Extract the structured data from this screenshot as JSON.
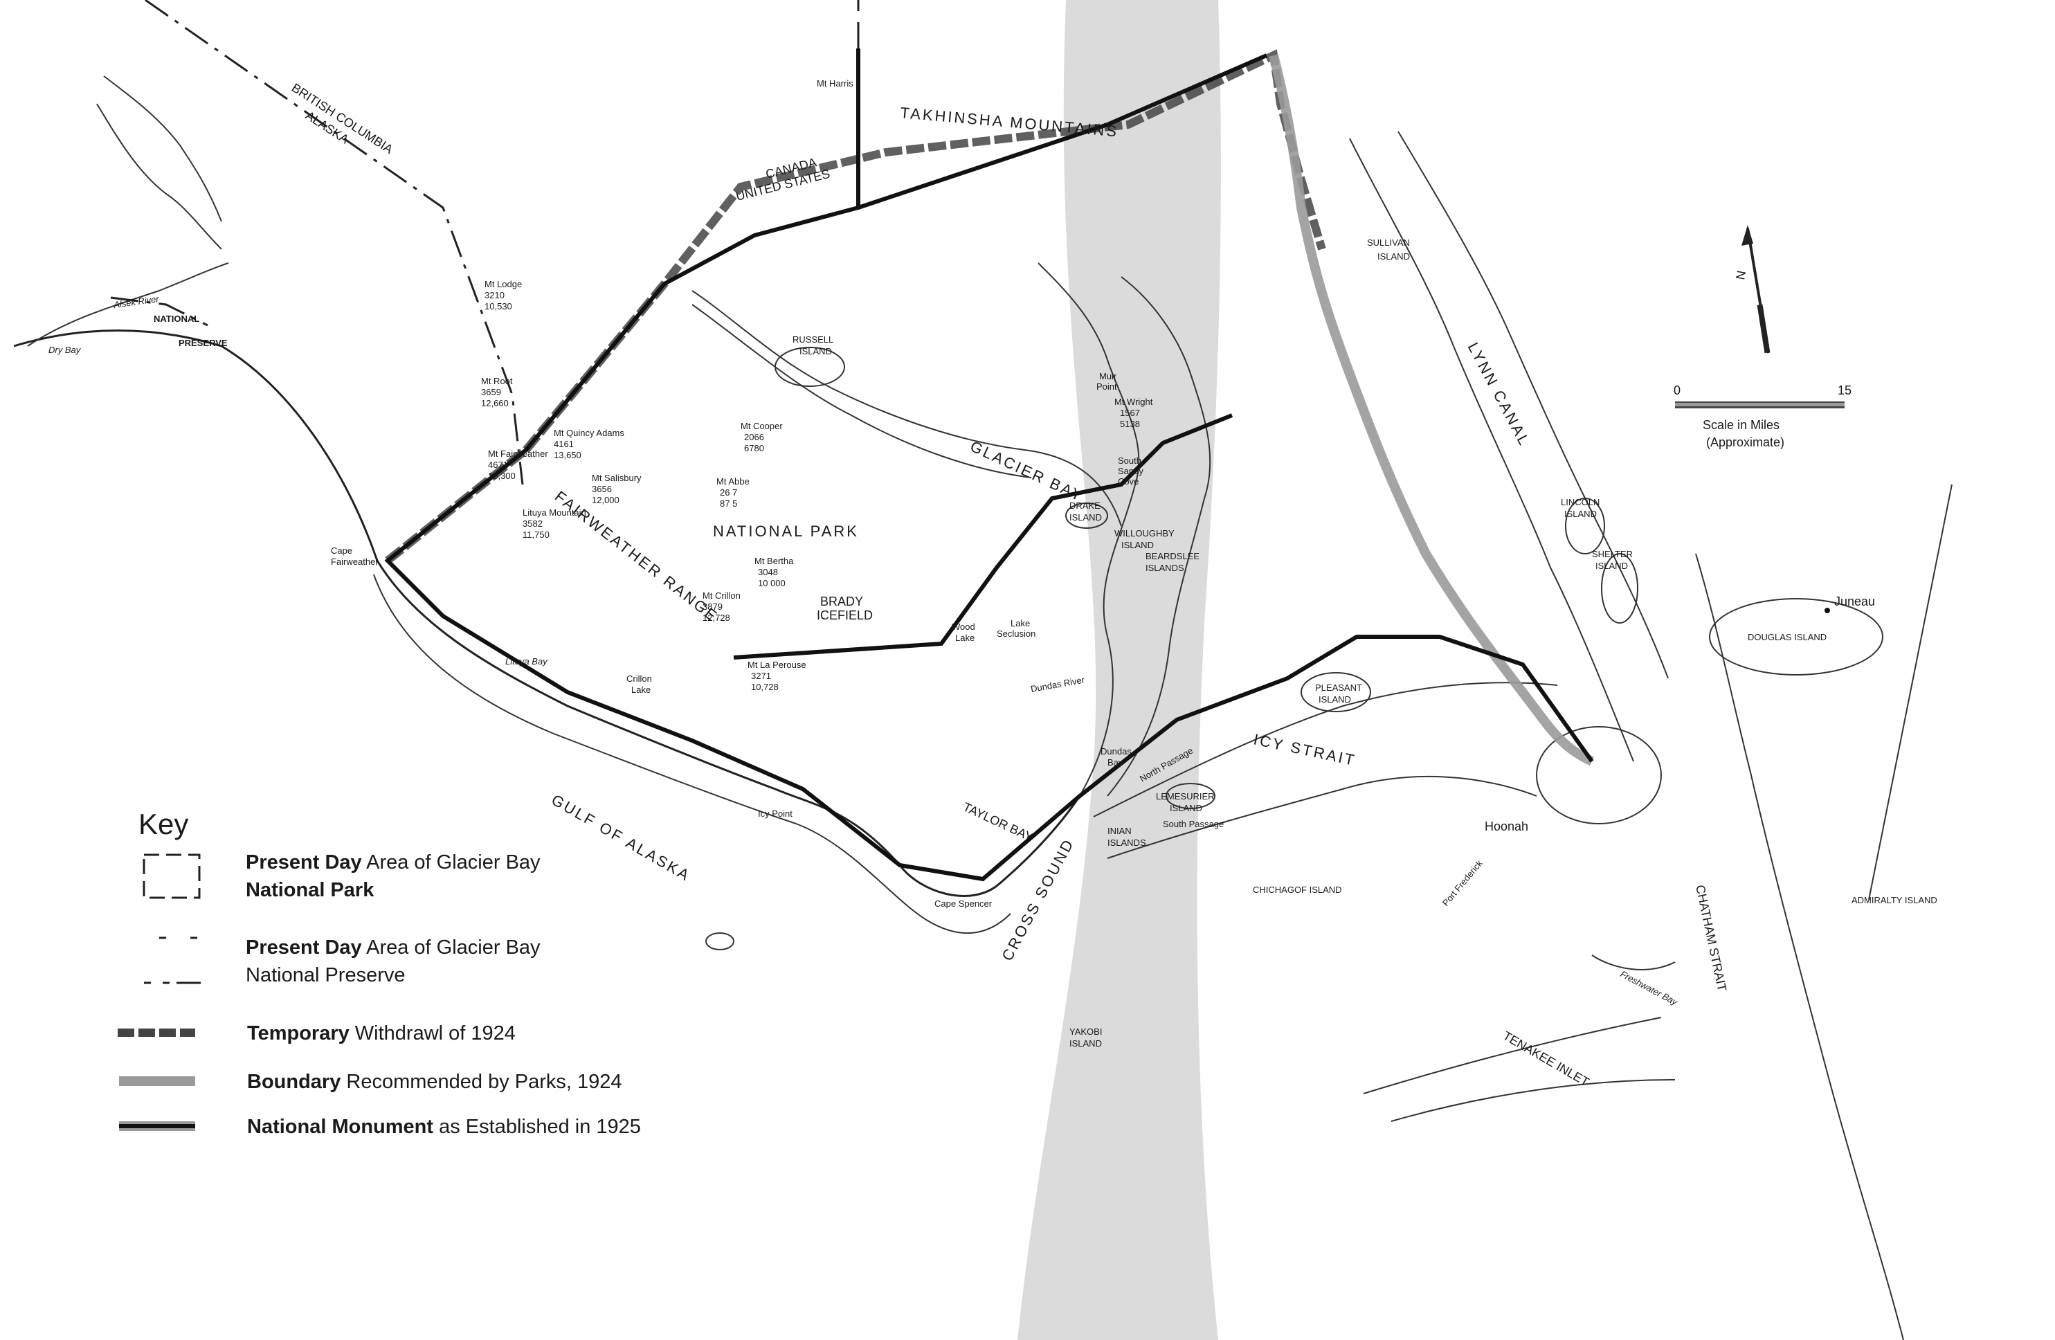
{
  "map": {
    "regions": {
      "british_columbia": "BRITISH COLUMBIA",
      "alaska": "ALASKA",
      "canada": "CANADA",
      "united_states": "UNITED STATES",
      "takhinsha": "TAKHINSHA MOUNTAINS",
      "glacier_bay": "GLACIER BAY",
      "national_park": "NATIONAL PARK",
      "fairweather": "FAIRWEATHER RANGE",
      "brady": "BRADY",
      "icefield": "ICEFIELD",
      "national": "NATIONAL",
      "preserve": "PRESERVE",
      "gulf": "GULF OF ALASKA",
      "icy_strait": "ICY STRAIT",
      "cross_sound": "CROSS SOUND",
      "lynn_canal": "LYNN CANAL",
      "chatham": "CHATHAM STRAIT",
      "tenakee": "TENAKEE INLET"
    },
    "islands": {
      "sullivan1": "SULLIVAN",
      "sullivan2": "ISLAND",
      "russell1": "RUSSELL",
      "russell2": "ISLAND",
      "drake1": "DRAKE",
      "drake2": "ISLAND",
      "willoughby1": "WILLOUGHBY",
      "willoughby2": "ISLAND",
      "beardslee1": "BEARDSLEE",
      "beardslee2": "ISLANDS",
      "lincoln1": "LINCOLN",
      "lincoln2": "ISLAND",
      "shelter1": "SHELTER",
      "shelter2": "ISLAND",
      "douglas": "DOUGLAS ISLAND",
      "pleasant1": "PLEASANT",
      "pleasant2": "ISLAND",
      "lemesurier1": "LEMESURIER",
      "lemesurier2": "ISLAND",
      "inian1": "INIAN",
      "inian2": "ISLANDS",
      "chichagof": "CHICHAGOF ISLAND",
      "yakobi1": "YAKOBI",
      "yakobi2": "ISLAND",
      "admiralty": "ADMIRALTY ISLAND"
    },
    "places": {
      "juneau": "Juneau",
      "hoonah": "Hoonah",
      "dry_bay": "Dry Bay",
      "alsek_river": "Alsek River",
      "cape_fairweather1": "Cape",
      "cape_fairweather2": "Fairweather",
      "lituya_bay": "Lituya Bay",
      "crillon_lake1": "Crillon",
      "crillon_lake2": "Lake",
      "icy_point": "Icy Point",
      "cape_spencer": "Cape Spencer",
      "taylor_bay": "TAYLOR BAY",
      "dundas_bay1": "Dundas",
      "dundas_bay2": "Bay",
      "dundas_river": "Dundas River",
      "wood_lake1": "Wood",
      "wood_lake2": "Lake",
      "lake_seclusion1": "Lake",
      "lake_seclusion2": "Seclusion",
      "south_sandy_cove1": "South",
      "south_sandy_cove2": "Sandy",
      "south_sandy_cove3": "Cove",
      "north_passage": "North Passage",
      "south_passage": "South Passage",
      "freshwater_bay": "Freshwater Bay",
      "port_frederick": "Port Frederick",
      "muir_point1": "Muir",
      "muir_point2": "Point",
      "mt_harris": "Mt Harris"
    },
    "peaks": {
      "lodge": [
        "Mt Lodge",
        "3210",
        "10,530"
      ],
      "root": [
        "Mt Root",
        "3659",
        "12,660"
      ],
      "quincy": [
        "Mt Quincy Adams",
        "4161",
        "13,650"
      ],
      "fairweather": [
        "Mt Fairweather",
        "4671",
        "15,300"
      ],
      "salisbury": [
        "Mt Salisbury",
        "3656",
        "12,000"
      ],
      "lituya": [
        "Lituya Mountain",
        "3582",
        "11,750"
      ],
      "cooper": [
        "Mt Cooper",
        "2066",
        "6780"
      ],
      "abbe": [
        "Mt Abbe",
        "26 7",
        "87 5"
      ],
      "bertha": [
        "Mt Bertha",
        "3048",
        "10 000"
      ],
      "crillon": [
        "Mt Crillon",
        "3879",
        "12,728"
      ],
      "la_perouse": [
        "Mt La Perouse",
        "3271",
        "10,728"
      ],
      "wright": [
        "Mt Wright",
        "1567",
        "5138"
      ]
    },
    "scale": {
      "zero": "0",
      "fifteen": "15",
      "label1": "Scale in Miles",
      "label2": "(Approximate)",
      "north": "N"
    }
  },
  "key": {
    "title": "Key",
    "items": [
      {
        "bold": "Present Day",
        "rest": " Area of Glacier Bay",
        "line2": "National Park"
      },
      {
        "bold": "Present Day",
        "rest": " Area of Glacier Bay",
        "line2": "National Preserve"
      },
      {
        "bold": "Temporary",
        "rest": " Withdrawl of 1924",
        "line2": ""
      },
      {
        "bold": "Boundary",
        "rest": " Recommended by Parks, 1924",
        "line2": ""
      },
      {
        "bold": "National Monument",
        "rest": " as Established in 1925",
        "line2": ""
      }
    ]
  },
  "colors": {
    "ink": "#1a1a1a",
    "shade": "#bdbdbd",
    "paper": "#ffffff"
  }
}
